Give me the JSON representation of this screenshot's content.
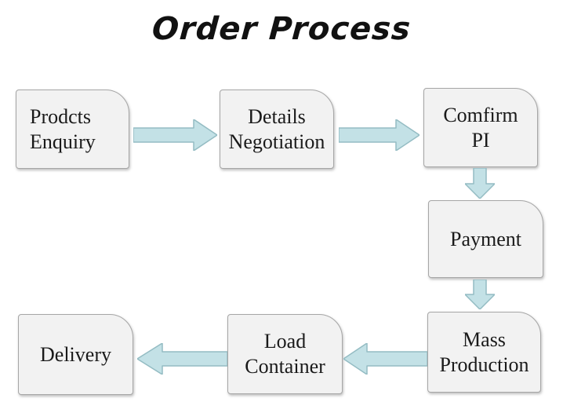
{
  "title": "Order Process",
  "colors": {
    "page_bg": "#ffffff",
    "box_fill": "#f2f2f2",
    "box_border": "#a6a6a6",
    "arrow_fill": "#c3e1e6",
    "arrow_stroke": "#94bcc3",
    "text_color": "#1a1a1a",
    "title_color": "#111111"
  },
  "diagram": {
    "type": "flowchart",
    "nodes": [
      {
        "id": "prodcts-enquiry",
        "label": "Prodcts\nEnquiry"
      },
      {
        "id": "details-negotiation",
        "label": "Details\nNegotiation"
      },
      {
        "id": "comfirm-pi",
        "label": "Comfirm\nPI"
      },
      {
        "id": "payment",
        "label": "Payment"
      },
      {
        "id": "mass-production",
        "label": "Mass\nProduction"
      },
      {
        "id": "load-container",
        "label": "Load\nContainer"
      },
      {
        "id": "delivery",
        "label": "Delivery"
      }
    ],
    "edges": [
      {
        "from": "prodcts-enquiry",
        "to": "details-negotiation",
        "direction": "right"
      },
      {
        "from": "details-negotiation",
        "to": "comfirm-pi",
        "direction": "right"
      },
      {
        "from": "comfirm-pi",
        "to": "payment",
        "direction": "down"
      },
      {
        "from": "payment",
        "to": "mass-production",
        "direction": "down"
      },
      {
        "from": "mass-production",
        "to": "load-container",
        "direction": "left"
      },
      {
        "from": "load-container",
        "to": "delivery",
        "direction": "left"
      }
    ]
  }
}
